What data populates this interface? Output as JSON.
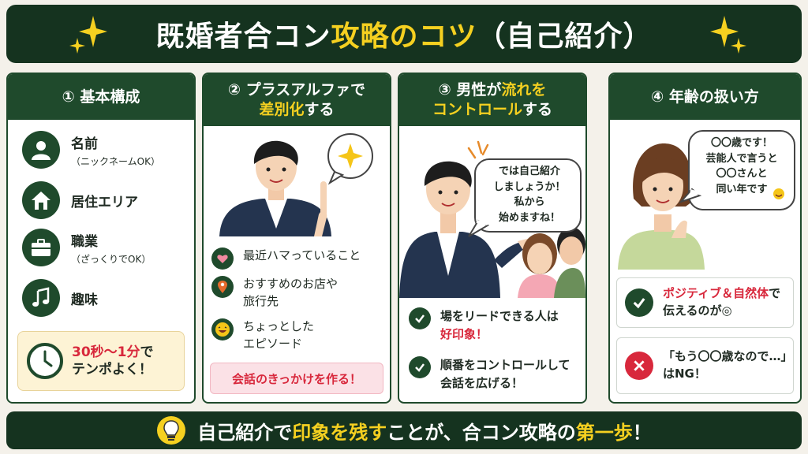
{
  "title": {
    "part1": "既婚者合コン",
    "part2": "攻略のコツ",
    "part3": "（自己紹介）"
  },
  "cards": [
    {
      "header": "① 基本構成",
      "items": [
        {
          "icon": "person-icon",
          "label": "名前",
          "sub": "（ニックネームOK）"
        },
        {
          "icon": "house-icon",
          "label": "居住エリア",
          "sub": ""
        },
        {
          "icon": "briefcase-icon",
          "label": "職業",
          "sub": "（ざっくりでOK）"
        },
        {
          "icon": "music-note-icon",
          "label": "趣味",
          "sub": ""
        }
      ],
      "tip": {
        "icon": "clock-icon",
        "highlight": "30秒〜1分",
        "rest1": "で",
        "line2": "テンポよく！"
      }
    },
    {
      "header_line1": "② プラスアルファで",
      "header_line2_hl": "差別化",
      "header_line2_rest": "する",
      "items": [
        {
          "icon": "heart-icon",
          "lines": [
            "最近ハマっていること"
          ]
        },
        {
          "icon": "location-pin-icon",
          "lines": [
            "おすすめのお店や",
            "旅行先"
          ]
        },
        {
          "icon": "laughing-face-icon",
          "lines": [
            "ちょっとした",
            "エピソード"
          ]
        }
      ],
      "note": "会話のきっかけを作る！"
    },
    {
      "header_line1_pre": "③ 男性が",
      "header_line1_hl": "流れを",
      "header_line2_hl": "コントロール",
      "header_line2_rest": "する",
      "bubble": [
        "では自己紹介",
        "しましょうか！",
        "私から",
        "始めますね！"
      ],
      "items": [
        {
          "icon": "check-icon",
          "line1": "場をリードできる人は",
          "line2_hl": "好印象！"
        },
        {
          "icon": "check-icon",
          "line1": "順番をコントロールして",
          "line2": "会話を広げる！"
        }
      ]
    },
    {
      "header": "④ 年齢の扱い方",
      "bubble": [
        "〇〇歳です！",
        "芸能人で言うと",
        "〇〇さんと",
        "同い年です"
      ],
      "good": {
        "icon": "check-icon",
        "hl": "ポジティブ＆自然体",
        "rest1": "で",
        "line2": "伝えるのが◎"
      },
      "bad": {
        "icon": "cross-icon",
        "line1": "「もう〇〇歳なので…」",
        "line2": "はNG！"
      }
    }
  ],
  "footer": {
    "icon": "lightbulb-icon",
    "p1": "自己紹介で",
    "p2": "印象を残す",
    "p3": "ことが、合コン攻略の",
    "p4": "第一歩",
    "p5": "！"
  },
  "colors": {
    "dark_green": "#15331f",
    "card_green": "#1f4a2c",
    "accent_yellow": "#f5d020",
    "accent_red": "#d8283c"
  }
}
